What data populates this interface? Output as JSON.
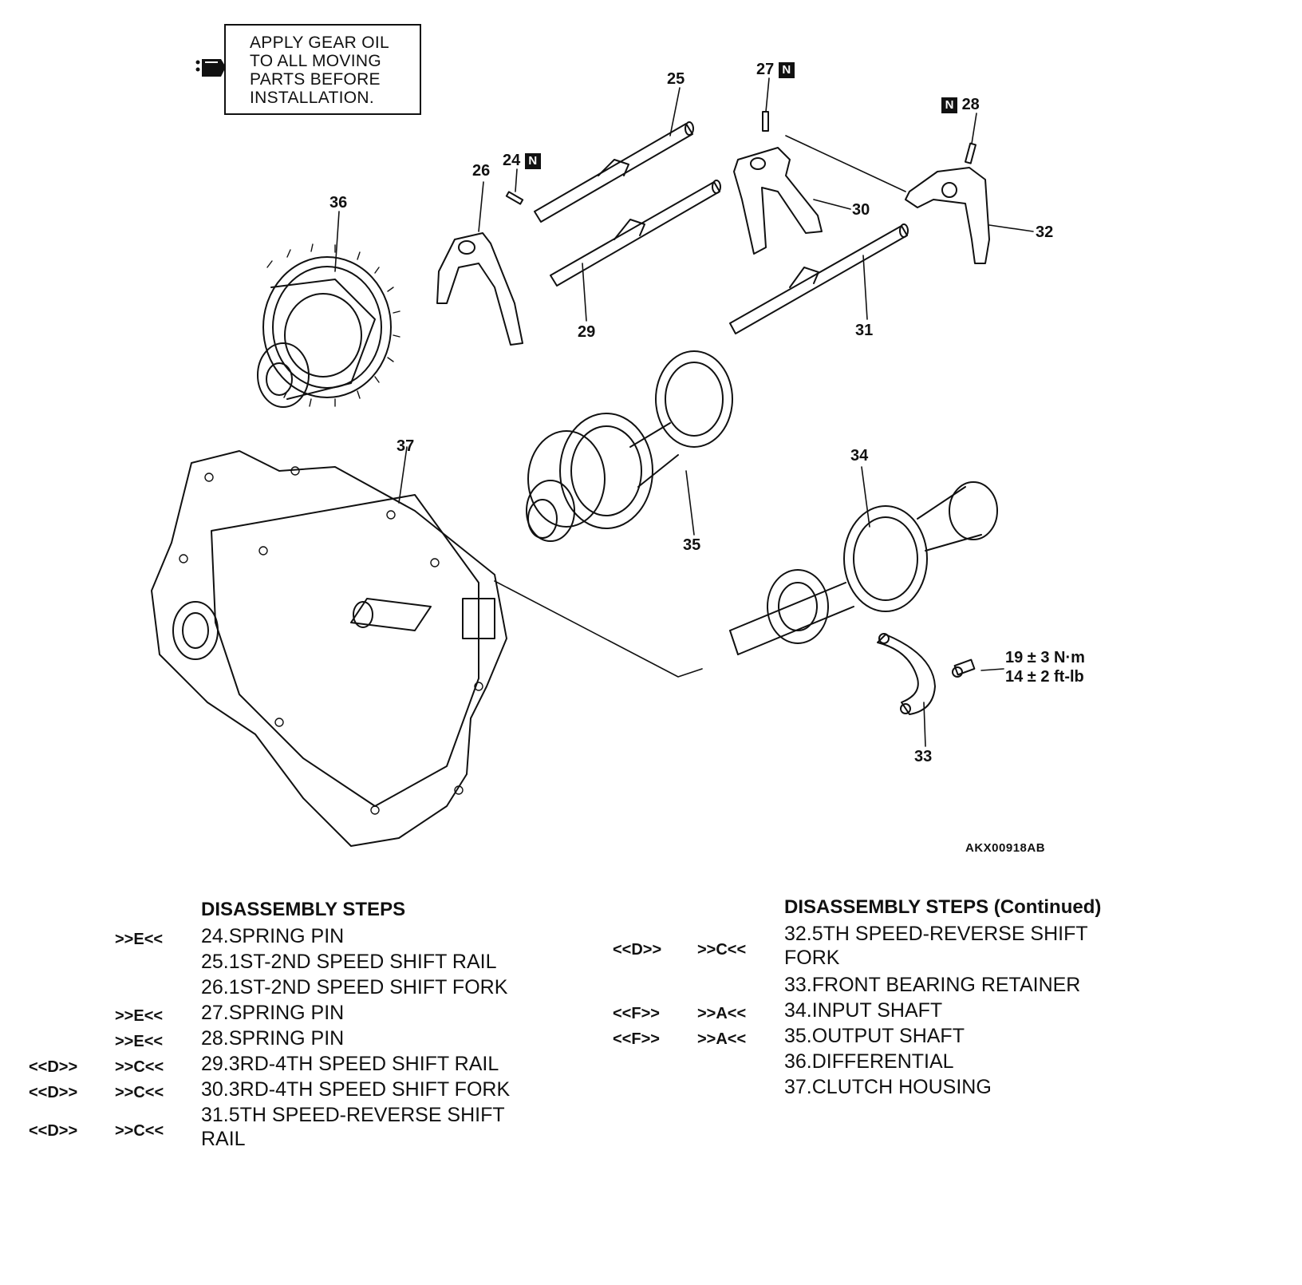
{
  "note": {
    "text": "APPLY GEAR OIL\nTO ALL MOVING\nPARTS BEFORE\nINSTALLATION.",
    "icon": "oil-can-icon"
  },
  "callouts": [
    {
      "num": "24",
      "badge": "N"
    },
    {
      "num": "25",
      "badge": ""
    },
    {
      "num": "26",
      "badge": ""
    },
    {
      "num": "27",
      "badge": "N"
    },
    {
      "num": "28",
      "badge": "N"
    },
    {
      "num": "29",
      "badge": ""
    },
    {
      "num": "30",
      "badge": ""
    },
    {
      "num": "31",
      "badge": ""
    },
    {
      "num": "32",
      "badge": ""
    },
    {
      "num": "33",
      "badge": ""
    },
    {
      "num": "34",
      "badge": ""
    },
    {
      "num": "35",
      "badge": ""
    },
    {
      "num": "36",
      "badge": ""
    },
    {
      "num": "37",
      "badge": ""
    }
  ],
  "torque": {
    "metric": "19 ± 3 N·m",
    "imperial": "14 ± 2 ft-lb"
  },
  "ref_code": "AKX00918AB",
  "steps_left": {
    "title": "DISASSEMBLY STEPS",
    "items": [
      {
        "removal": "",
        "install": ">>E<<",
        "text": "24.SPRING PIN"
      },
      {
        "removal": "",
        "install": "",
        "text": "25.1ST-2ND SPEED SHIFT RAIL"
      },
      {
        "removal": "",
        "install": "",
        "text": "26.1ST-2ND SPEED SHIFT FORK"
      },
      {
        "removal": "",
        "install": ">>E<<",
        "text": "27.SPRING PIN"
      },
      {
        "removal": "",
        "install": ">>E<<",
        "text": "28.SPRING PIN"
      },
      {
        "removal": "<<D>>",
        "install": ">>C<<",
        "text": "29.3RD-4TH SPEED SHIFT RAIL"
      },
      {
        "removal": "<<D>>",
        "install": ">>C<<",
        "text": "30.3RD-4TH SPEED SHIFT FORK"
      },
      {
        "removal": "<<D>>",
        "install": ">>C<<",
        "text": "31.5TH SPEED-REVERSE SHIFT\n   RAIL"
      }
    ]
  },
  "steps_right": {
    "title": "DISASSEMBLY STEPS (Continued)",
    "items": [
      {
        "removal": "<<D>>",
        "install": ">>C<<",
        "text": "32.5TH SPEED-REVERSE SHIFT\n   FORK"
      },
      {
        "removal": "",
        "install": "",
        "text": "33.FRONT BEARING RETAINER"
      },
      {
        "removal": "<<F>>",
        "install": ">>A<<",
        "text": "34.INPUT SHAFT"
      },
      {
        "removal": "<<F>>",
        "install": ">>A<<",
        "text": "35.OUTPUT SHAFT"
      },
      {
        "removal": "",
        "install": "",
        "text": "36.DIFFERENTIAL"
      },
      {
        "removal": "",
        "install": "",
        "text": "37.CLUTCH HOUSING"
      }
    ]
  }
}
